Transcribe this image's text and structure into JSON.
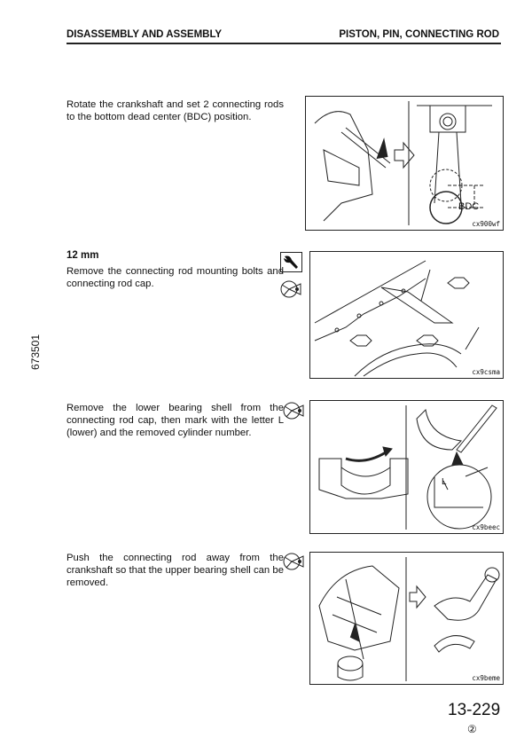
{
  "header": {
    "left": "DISASSEMBLY AND ASSEMBLY",
    "right": "PISTON, PIN, CONNECTING ROD"
  },
  "side_number": "673501",
  "steps": [
    {
      "text": "Rotate the crankshaft and set 2 connecting rods to the bottom dead center (BDC) position.",
      "figure_label": "BDC",
      "figure_code": "cx900wf"
    },
    {
      "tool_size": "12 mm",
      "text": "Remove the connecting rod mounting bolts and connecting rod cap.",
      "figure_code": "cx9csma"
    },
    {
      "text": "Remove the lower bearing shell from the connecting rod cap, then mark with the letter L (lower) and the removed cylinder number.",
      "figure_label": "L",
      "figure_code": "cx9beec"
    },
    {
      "text": "Push the connecting rod away from the crankshaft so that the upper bearing shell can be removed.",
      "figure_code": "cx9beme"
    }
  ],
  "footer": {
    "page": "13-229",
    "revision": "②"
  }
}
